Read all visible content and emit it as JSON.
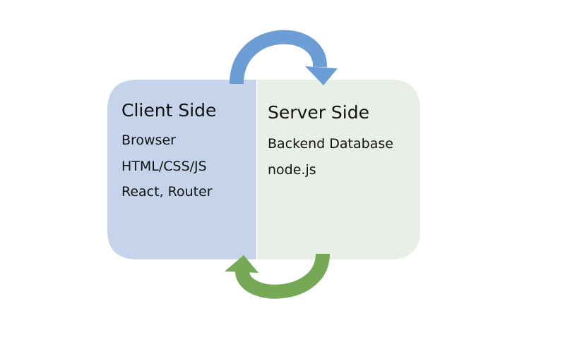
{
  "client": {
    "title": "Client Side",
    "items": [
      "Browser",
      "HTML/CSS/JS",
      "React, Router"
    ],
    "fill": "#c5d4ea"
  },
  "server": {
    "title": "Server Side",
    "items": [
      "Backend Database",
      "node.js"
    ],
    "fill": "#e9eee7"
  },
  "arrows": {
    "top_color": "#6a9ed4",
    "bottom_color": "#76a956"
  }
}
